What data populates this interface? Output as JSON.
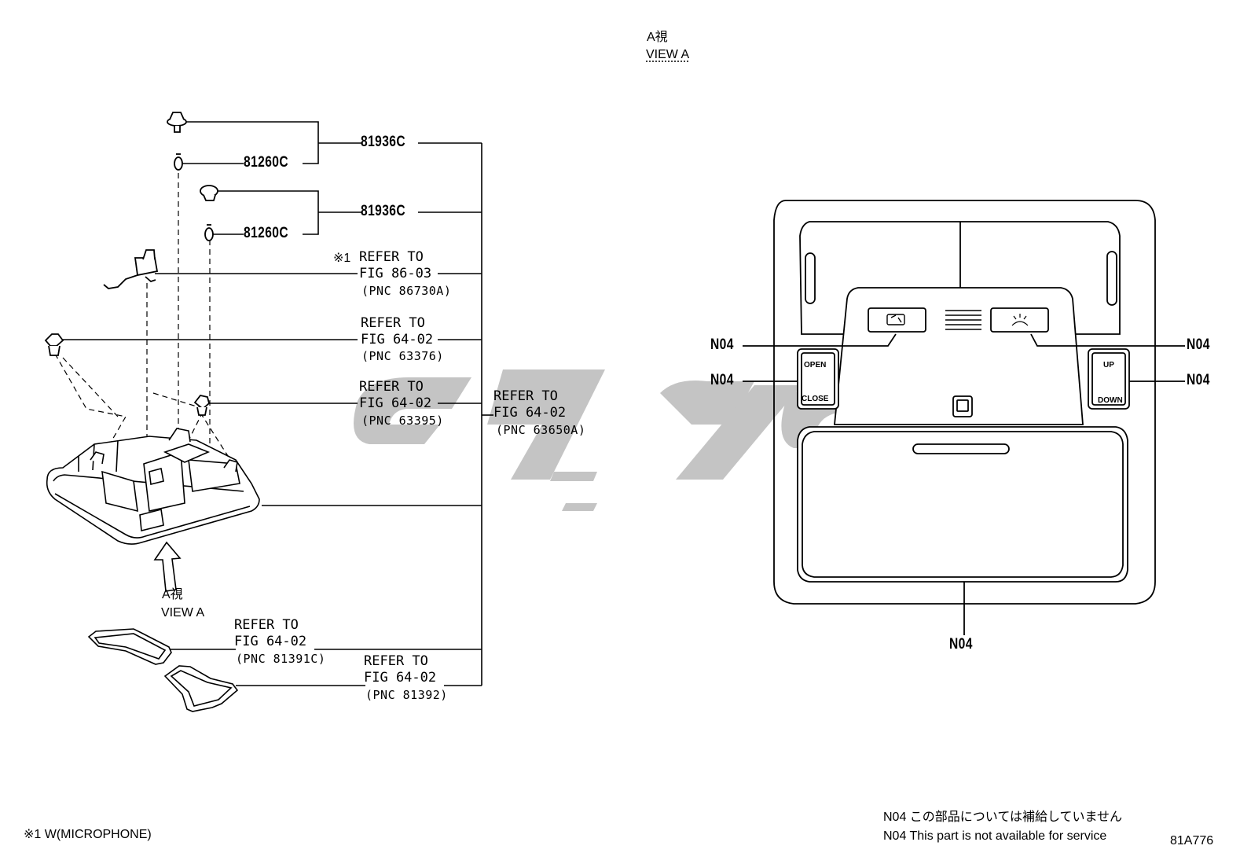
{
  "view_header": {
    "ja": "A視",
    "en": "VIEW A"
  },
  "parts": {
    "p81936c_top": "81936C",
    "p81260c_top": "81260C",
    "p81936c_mid": "81936C",
    "p81260c_mid": "81260C"
  },
  "refs": [
    {
      "mark": "※1",
      "line1": "REFER TO",
      "line2": "FIG 86-03",
      "pnc": "(PNC 86730A)"
    },
    {
      "line1": "REFER TO",
      "line2": "FIG 64-02",
      "pnc": "(PNC 63376)"
    },
    {
      "line1": "REFER TO",
      "line2": "FIG 64-02",
      "pnc": "(PNC 63395)"
    },
    {
      "line1": "REFER TO",
      "line2": "FIG 64-02",
      "pnc": "(PNC 63650A)"
    },
    {
      "line1": "REFER TO",
      "line2": "FIG 64-02",
      "pnc": "(PNC 81391C)"
    },
    {
      "line1": "REFER TO",
      "line2": "FIG 64-02",
      "pnc": "(PNC 81392)"
    }
  ],
  "view_a_arrow": {
    "ja": "A視",
    "en": "VIEW A"
  },
  "console_buttons": {
    "open": "OPEN",
    "close": "CLOSE",
    "up": "UP",
    "down": "DOWN"
  },
  "callouts": [
    "N04",
    "N04",
    "N04",
    "N04",
    "N04"
  ],
  "footnote_left": "※1 W(MICROPHONE)",
  "legend": {
    "ja": "N04 この部品については補給していません",
    "en": "N04 This part is not available for service"
  },
  "figure_id": "81A776",
  "watermark_color": "#bdbdbd"
}
